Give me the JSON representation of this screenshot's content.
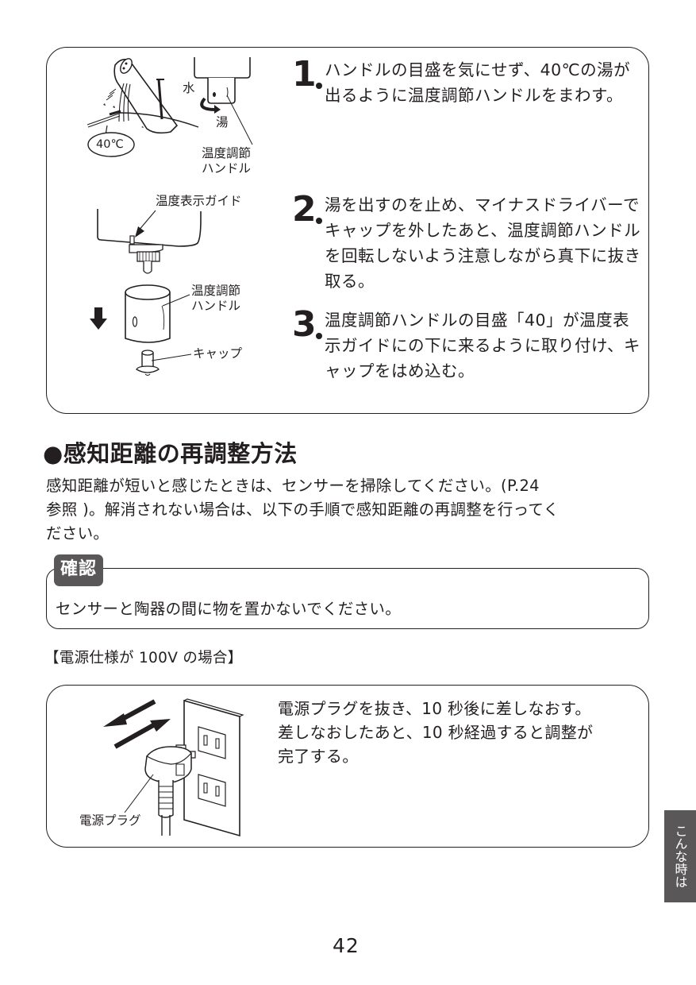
{
  "temp_adjust_box": {
    "steps": [
      {
        "number": "1",
        "text": "ハンドルの目盛を気にせず、40℃の湯が出るように温度調節ハンドルをまわす。"
      },
      {
        "number": "2",
        "text": "湯を出すのを止め、マイナスドライバーでキャップを外したあと、温度調節ハンドルを回転しないよう注意しながら真下に抜き取る。"
      },
      {
        "number": "3",
        "text": "温度調節ハンドルの目盛「40」が温度表示ガイドにの下に来るように取り付け、キャップをはめ込む。"
      }
    ],
    "illustration1": {
      "temp_bubble": "40℃",
      "water_label": "水",
      "hot_label": "湯",
      "handle_label_line1": "温度調節",
      "handle_label_line2": "ハンドル"
    },
    "illustration2": {
      "guide_label": "温度表示ガイド",
      "handle_label_line1": "温度調節",
      "handle_label_line2": "ハンドル",
      "cap_label": "キャップ"
    }
  },
  "sensor_section": {
    "heading": "●感知距離の再調整方法",
    "intro_lines": [
      "感知距離が短いと感じたときは、センサーを掃除してください。(P.24",
      "参照 )。解消されない場合は、以下の手順で感知距離の再調整を行ってく",
      "ださい。"
    ],
    "confirm": {
      "badge": "確認",
      "text": "センサーと陶器の間に物を置かないでください。"
    },
    "power_spec_label": "【電源仕様が 100V の場合】",
    "plug_box": {
      "plug_label": "電源プラグ",
      "lines": [
        "電源プラグを抜き、10 秒後に差しなおす。",
        "差しなおしたあと、10 秒経過すると調整が",
        "完了する。"
      ]
    }
  },
  "side_tab": "こんな時は",
  "page_number": "42"
}
